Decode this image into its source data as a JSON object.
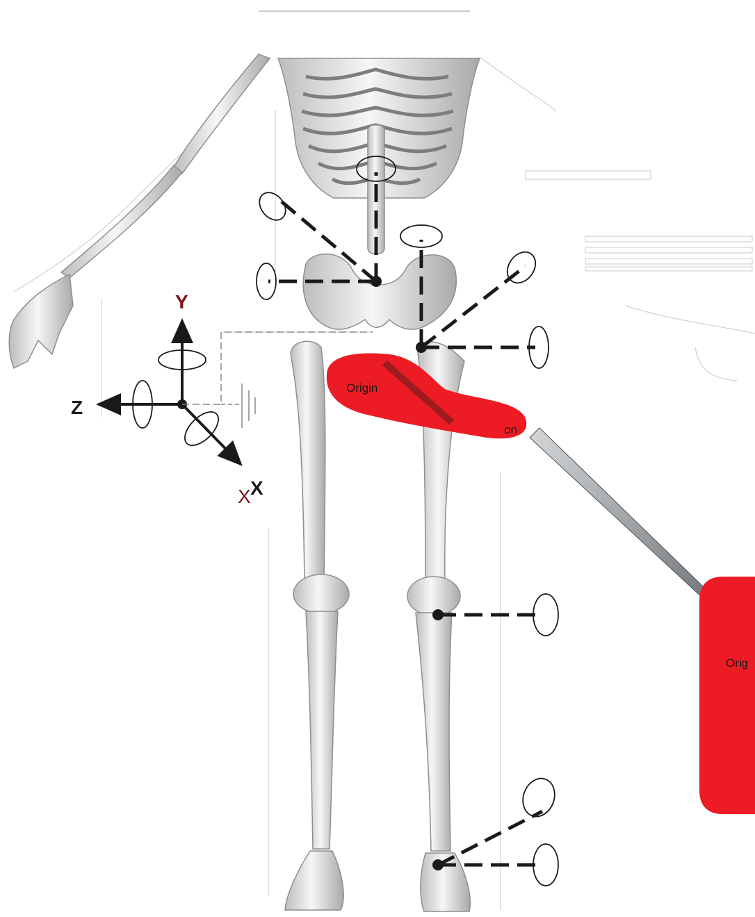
{
  "labels": {
    "axis_y": "Y",
    "axis_z": "Z",
    "axis_x": "X",
    "muscle_origin": "Origin",
    "muscle_insertion_fragment": "on",
    "detail_origin_fragment": "Orig"
  },
  "colors": {
    "muscle": "#ed1c24",
    "muscle_fiber": "#9e1b20",
    "axis_label": "#7a1315",
    "dash": "#1a1a1a",
    "arrow": "#9aa0a6",
    "bone": "#e7e7e7",
    "bone_edge": "#9b9b9b"
  },
  "icons": [
    "rotation-arrow-icon",
    "ground-symbol-icon"
  ]
}
